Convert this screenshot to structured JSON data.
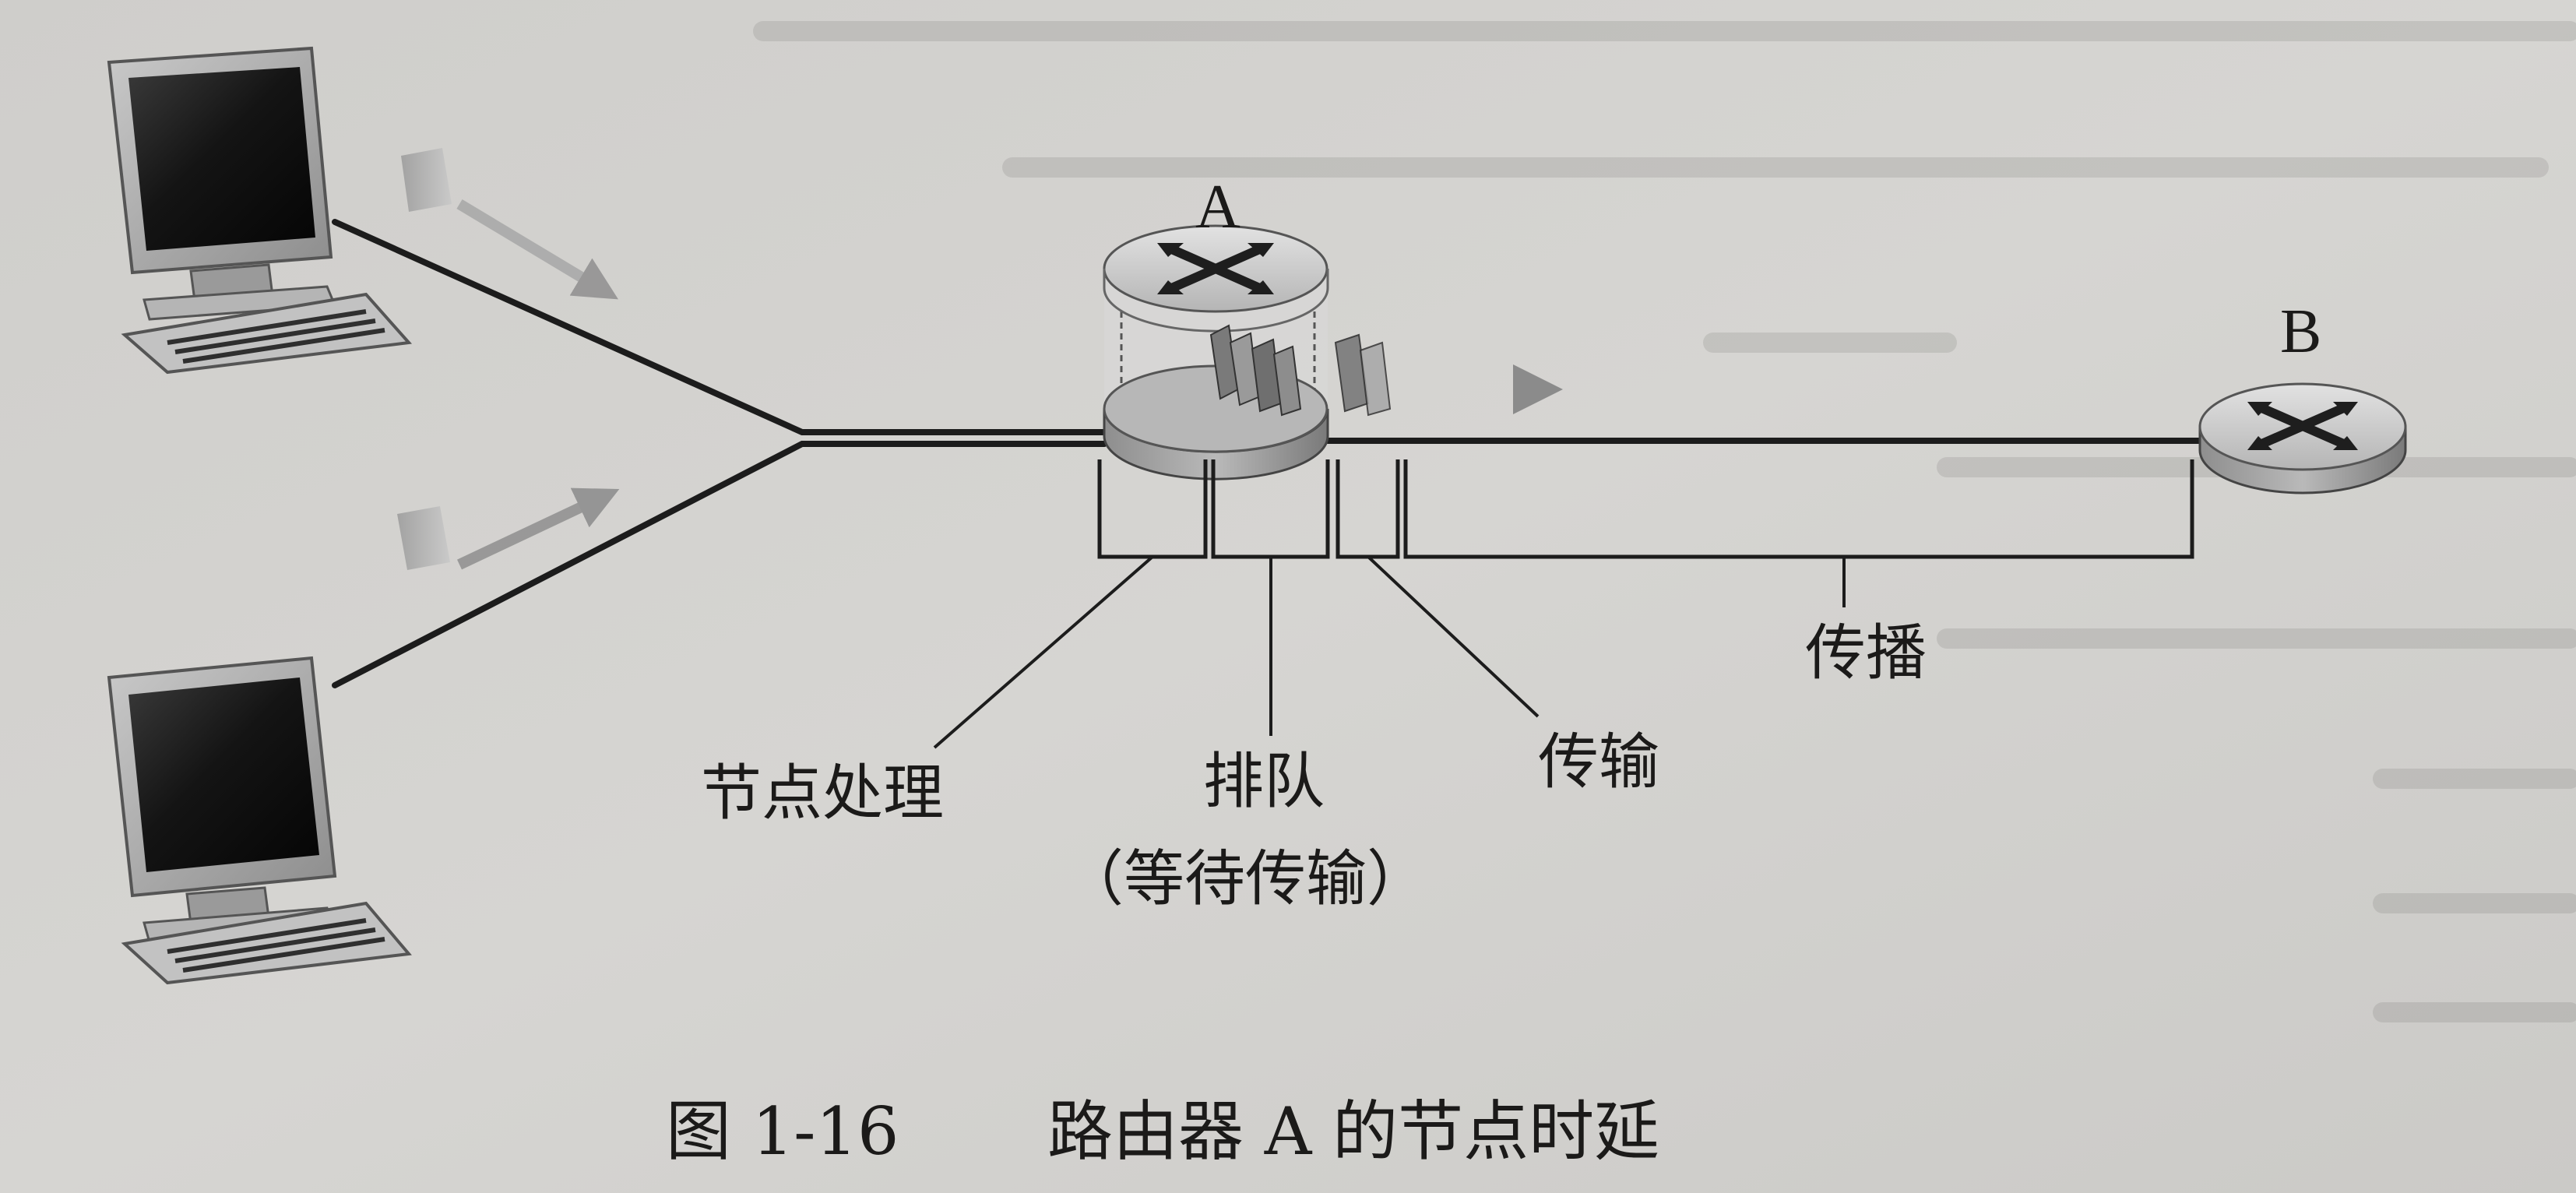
{
  "figure": {
    "router_a_label": "A",
    "router_b_label": "B",
    "delay_labels": {
      "processing": "节点处理",
      "queueing": "排队",
      "queueing_note": "（等待传输）",
      "transmission": "传输",
      "propagation": "传播"
    },
    "caption": {
      "number": "图 1-16",
      "text": "路由器 A 的节点时延"
    }
  }
}
